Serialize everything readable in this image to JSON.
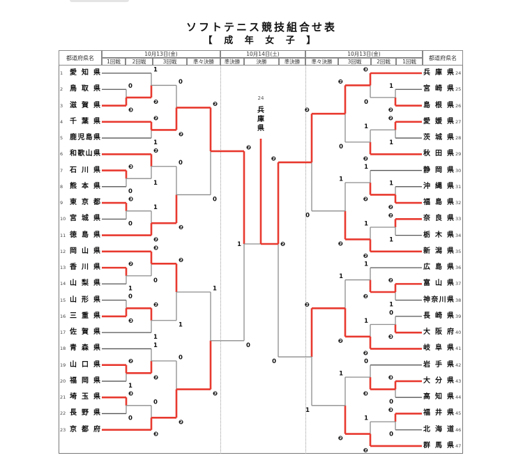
{
  "title": "ソフトテニス競技組合せ表",
  "subtitle": "【 成 年 女 子 】",
  "header": {
    "pref_label_left": "都道府県名",
    "pref_label_right": "都道府県名",
    "date_left": "10月13日(金)",
    "date_center": "10月14日(土)",
    "date_right": "10月13日(金)",
    "rounds_left": [
      "1回戦",
      "2回戦",
      "3回戦",
      "準々決勝"
    ],
    "rounds_center": [
      "準決勝",
      "決勝",
      "準決勝"
    ],
    "rounds_right": [
      "準々決勝",
      "3回戦",
      "2回戦",
      "1回戦"
    ]
  },
  "colors": {
    "winner_line": "#e8392f",
    "loser_line": "#8c8c8c"
  },
  "teams": [
    {
      "no": "1",
      "name": "愛知県"
    },
    {
      "no": "2",
      "name": "鳥取県"
    },
    {
      "no": "3",
      "name": "滋賀県"
    },
    {
      "no": "4",
      "name": "千葉県"
    },
    {
      "no": "5",
      "name": "鹿児島県"
    },
    {
      "no": "6",
      "name": "和歌山県"
    },
    {
      "no": "7",
      "name": "石川県"
    },
    {
      "no": "8",
      "name": "熊本県"
    },
    {
      "no": "9",
      "name": "東京都"
    },
    {
      "no": "10",
      "name": "宮城県"
    },
    {
      "no": "11",
      "name": "徳島県"
    },
    {
      "no": "12",
      "name": "岡山県"
    },
    {
      "no": "13",
      "name": "香川県"
    },
    {
      "no": "14",
      "name": "山梨県"
    },
    {
      "no": "15",
      "name": "山形県"
    },
    {
      "no": "16",
      "name": "三重県"
    },
    {
      "no": "17",
      "name": "佐賀県"
    },
    {
      "no": "18",
      "name": "青森県"
    },
    {
      "no": "19",
      "name": "山口県"
    },
    {
      "no": "20",
      "name": "福岡県"
    },
    {
      "no": "21",
      "name": "埼玉県"
    },
    {
      "no": "22",
      "name": "長野県"
    },
    {
      "no": "23",
      "name": "京都府"
    },
    {
      "no": "24",
      "name": "兵庫県"
    },
    {
      "no": "25",
      "name": "宮崎県"
    },
    {
      "no": "26",
      "name": "島根県"
    },
    {
      "no": "27",
      "name": "愛媛県"
    },
    {
      "no": "28",
      "name": "茨城県"
    },
    {
      "no": "29",
      "name": "秋田県"
    },
    {
      "no": "30",
      "name": "静岡県"
    },
    {
      "no": "31",
      "name": "沖縄県"
    },
    {
      "no": "32",
      "name": "福島県"
    },
    {
      "no": "33",
      "name": "奈良県"
    },
    {
      "no": "34",
      "name": "栃木県"
    },
    {
      "no": "35",
      "name": "新潟県"
    },
    {
      "no": "36",
      "name": "広島県"
    },
    {
      "no": "37",
      "name": "富山県"
    },
    {
      "no": "38",
      "name": "神奈川県"
    },
    {
      "no": "39",
      "name": "長崎県"
    },
    {
      "no": "40",
      "name": "大阪府"
    },
    {
      "no": "41",
      "name": "岐阜県"
    },
    {
      "no": "42",
      "name": "岩手県"
    },
    {
      "no": "43",
      "name": "大分県"
    },
    {
      "no": "44",
      "name": "高知県"
    },
    {
      "no": "45",
      "name": "福井県"
    },
    {
      "no": "46",
      "name": "北海道"
    },
    {
      "no": "47",
      "name": "群馬県"
    }
  ],
  "champion": {
    "no": "24",
    "name": "兵庫県"
  },
  "final": {
    "left_score": "1",
    "right_score": "❷"
  },
  "bracket": {
    "left": {
      "s": [
        "❷",
        "0"
      ],
      "w": 0,
      "m": [
        {
          "s": [
            "❷",
            "0"
          ],
          "w": 0,
          "m": [
            {
              "s": [
                "0",
                "❷"
              ],
              "w": 1,
              "m": [
                {
                  "s": [
                    "1",
                    "❷"
                  ],
                  "w": 1,
                  "m": [
                    {
                      "t": 1
                    },
                    {
                      "s": [
                        "0",
                        "❸"
                      ],
                      "w": 1,
                      "m": [
                        {
                          "t": 2
                        },
                        {
                          "t": 3
                        }
                      ]
                    }
                  ]
                },
                {
                  "s": [
                    "❷",
                    "1"
                  ],
                  "w": 0,
                  "m": [
                    {
                      "t": 4
                    },
                    {
                      "t": 5
                    }
                  ]
                }
              ]
            },
            {
              "s": [
                "0",
                "❷"
              ],
              "w": 1,
              "m": [
                {
                  "s": [
                    "❷",
                    "1"
                  ],
                  "w": 0,
                  "m": [
                    {
                      "t": 6
                    },
                    {
                      "s": [
                        "❸",
                        "0"
                      ],
                      "w": 0,
                      "m": [
                        {
                          "t": 7
                        },
                        {
                          "t": 8
                        }
                      ]
                    }
                  ]
                },
                {
                  "s": [
                    "1",
                    "❷"
                  ],
                  "w": 1,
                  "m": [
                    {
                      "s": [
                        "❸",
                        "0"
                      ],
                      "w": 0,
                      "m": [
                        {
                          "t": 9
                        },
                        {
                          "t": 10
                        }
                      ]
                    },
                    {
                      "t": 11
                    }
                  ]
                }
              ]
            }
          ]
        },
        {
          "s": [
            "1",
            "❷"
          ],
          "w": 1,
          "m": [
            {
              "s": [
                "❷",
                "1"
              ],
              "w": 0,
              "m": [
                {
                  "s": [
                    "❸",
                    "0"
                  ],
                  "w": 0,
                  "m": [
                    {
                      "t": 12
                    },
                    {
                      "s": [
                        "❷",
                        "1"
                      ],
                      "w": 0,
                      "m": [
                        {
                          "t": 13
                        },
                        {
                          "t": 14
                        }
                      ]
                    }
                  ]
                },
                {
                  "s": [
                    "❷",
                    "1"
                  ],
                  "w": 0,
                  "m": [
                    {
                      "s": [
                        "0",
                        "❸"
                      ],
                      "w": 1,
                      "m": [
                        {
                          "t": 15
                        },
                        {
                          "t": 16
                        }
                      ]
                    },
                    {
                      "t": 17
                    }
                  ]
                }
              ]
            },
            {
              "s": [
                "0",
                "❷"
              ],
              "w": 1,
              "m": [
                {
                  "s": [
                    "1",
                    "❷"
                  ],
                  "w": 1,
                  "m": [
                    {
                      "t": 18
                    },
                    {
                      "s": [
                        "❷",
                        "1"
                      ],
                      "w": 0,
                      "m": [
                        {
                          "t": 19
                        },
                        {
                          "t": 20
                        }
                      ]
                    }
                  ]
                },
                {
                  "s": [
                    "0",
                    "❸"
                  ],
                  "w": 1,
                  "m": [
                    {
                      "s": [
                        "❸",
                        "0"
                      ],
                      "w": 0,
                      "m": [
                        {
                          "t": 21
                        },
                        {
                          "t": 22
                        }
                      ]
                    },
                    {
                      "t": 23
                    }
                  ]
                }
              ]
            }
          ]
        }
      ]
    },
    "right": {
      "s": [
        "❷",
        "0"
      ],
      "w": 0,
      "m": [
        {
          "s": [
            "❷",
            "0"
          ],
          "w": 0,
          "m": [
            {
              "s": [
                "❷",
                "0"
              ],
              "w": 0,
              "m": [
                {
                  "s": [
                    "❸",
                    "0"
                  ],
                  "w": 0,
                  "m": [
                    {
                      "t": 24
                    },
                    {
                      "s": [
                        "1",
                        "❷"
                      ],
                      "w": 1,
                      "m": [
                        {
                          "t": 25
                        },
                        {
                          "t": 26
                        }
                      ]
                    }
                  ]
                },
                {
                  "s": [
                    "1",
                    "❷"
                  ],
                  "w": 1,
                  "m": [
                    {
                      "s": [
                        "❷",
                        "1"
                      ],
                      "w": 0,
                      "m": [
                        {
                          "t": 27
                        },
                        {
                          "t": 28
                        }
                      ]
                    },
                    {
                      "t": 29
                    }
                  ]
                }
              ]
            },
            {
              "s": [
                "1",
                "❷"
              ],
              "w": 1,
              "m": [
                {
                  "s": [
                    "1",
                    "❷"
                  ],
                  "w": 1,
                  "m": [
                    {
                      "t": 30
                    },
                    {
                      "s": [
                        "1",
                        "❷"
                      ],
                      "w": 1,
                      "m": [
                        {
                          "t": 31
                        },
                        {
                          "t": 32
                        }
                      ]
                    }
                  ]
                },
                {
                  "s": [
                    "1",
                    "❷"
                  ],
                  "w": 1,
                  "m": [
                    {
                      "s": [
                        "❷",
                        "1"
                      ],
                      "w": 0,
                      "m": [
                        {
                          "t": 33
                        },
                        {
                          "t": 34
                        }
                      ]
                    },
                    {
                      "t": 35
                    }
                  ]
                }
              ]
            }
          ]
        },
        {
          "s": [
            "❷",
            "1"
          ],
          "w": 0,
          "m": [
            {
              "s": [
                "1",
                "❷"
              ],
              "w": 1,
              "m": [
                {
                  "s": [
                    "1",
                    "❷"
                  ],
                  "w": 1,
                  "m": [
                    {
                      "t": 36
                    },
                    {
                      "s": [
                        "❷",
                        "1"
                      ],
                      "w": 0,
                      "m": [
                        {
                          "t": 37
                        },
                        {
                          "t": 38
                        }
                      ]
                    }
                  ]
                },
                {
                  "s": [
                    "1",
                    "❷"
                  ],
                  "w": 1,
                  "m": [
                    {
                      "s": [
                        "0",
                        "❸"
                      ],
                      "w": 1,
                      "m": [
                        {
                          "t": 39
                        },
                        {
                          "t": 40
                        }
                      ]
                    },
                    {
                      "t": 41
                    }
                  ]
                }
              ]
            },
            {
              "s": [
                "1",
                "❷"
              ],
              "w": 1,
              "m": [
                {
                  "s": [
                    "0",
                    "❸"
                  ],
                  "w": 1,
                  "m": [
                    {
                      "t": 42
                    },
                    {
                      "s": [
                        "❸",
                        "0"
                      ],
                      "w": 0,
                      "m": [
                        {
                          "t": 43
                        },
                        {
                          "t": 44
                        }
                      ]
                    }
                  ]
                },
                {
                  "s": [
                    "1",
                    "❷"
                  ],
                  "w": 1,
                  "m": [
                    {
                      "s": [
                        "❸",
                        "0"
                      ],
                      "w": 0,
                      "m": [
                        {
                          "t": 45
                        },
                        {
                          "t": 46
                        }
                      ]
                    },
                    {
                      "t": 47
                    }
                  ]
                }
              ]
            }
          ]
        }
      ]
    }
  }
}
